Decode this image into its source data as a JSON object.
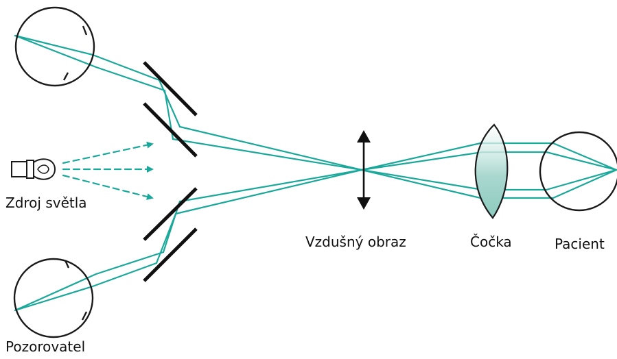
{
  "labels": {
    "light_source": "Zdroj světla",
    "observer": "Pozorovatel",
    "aerial_image": "Vzdušný obraz",
    "lens": "Čočka",
    "patient": "Pacient"
  },
  "colors": {
    "ray": "#1aa89a",
    "lens_fill": "#a9d8cf",
    "outline": "#1a1a1a"
  },
  "icons": {
    "light_source": "light-bulb-icon",
    "aerial_image_marker": "double-arrow-icon"
  }
}
